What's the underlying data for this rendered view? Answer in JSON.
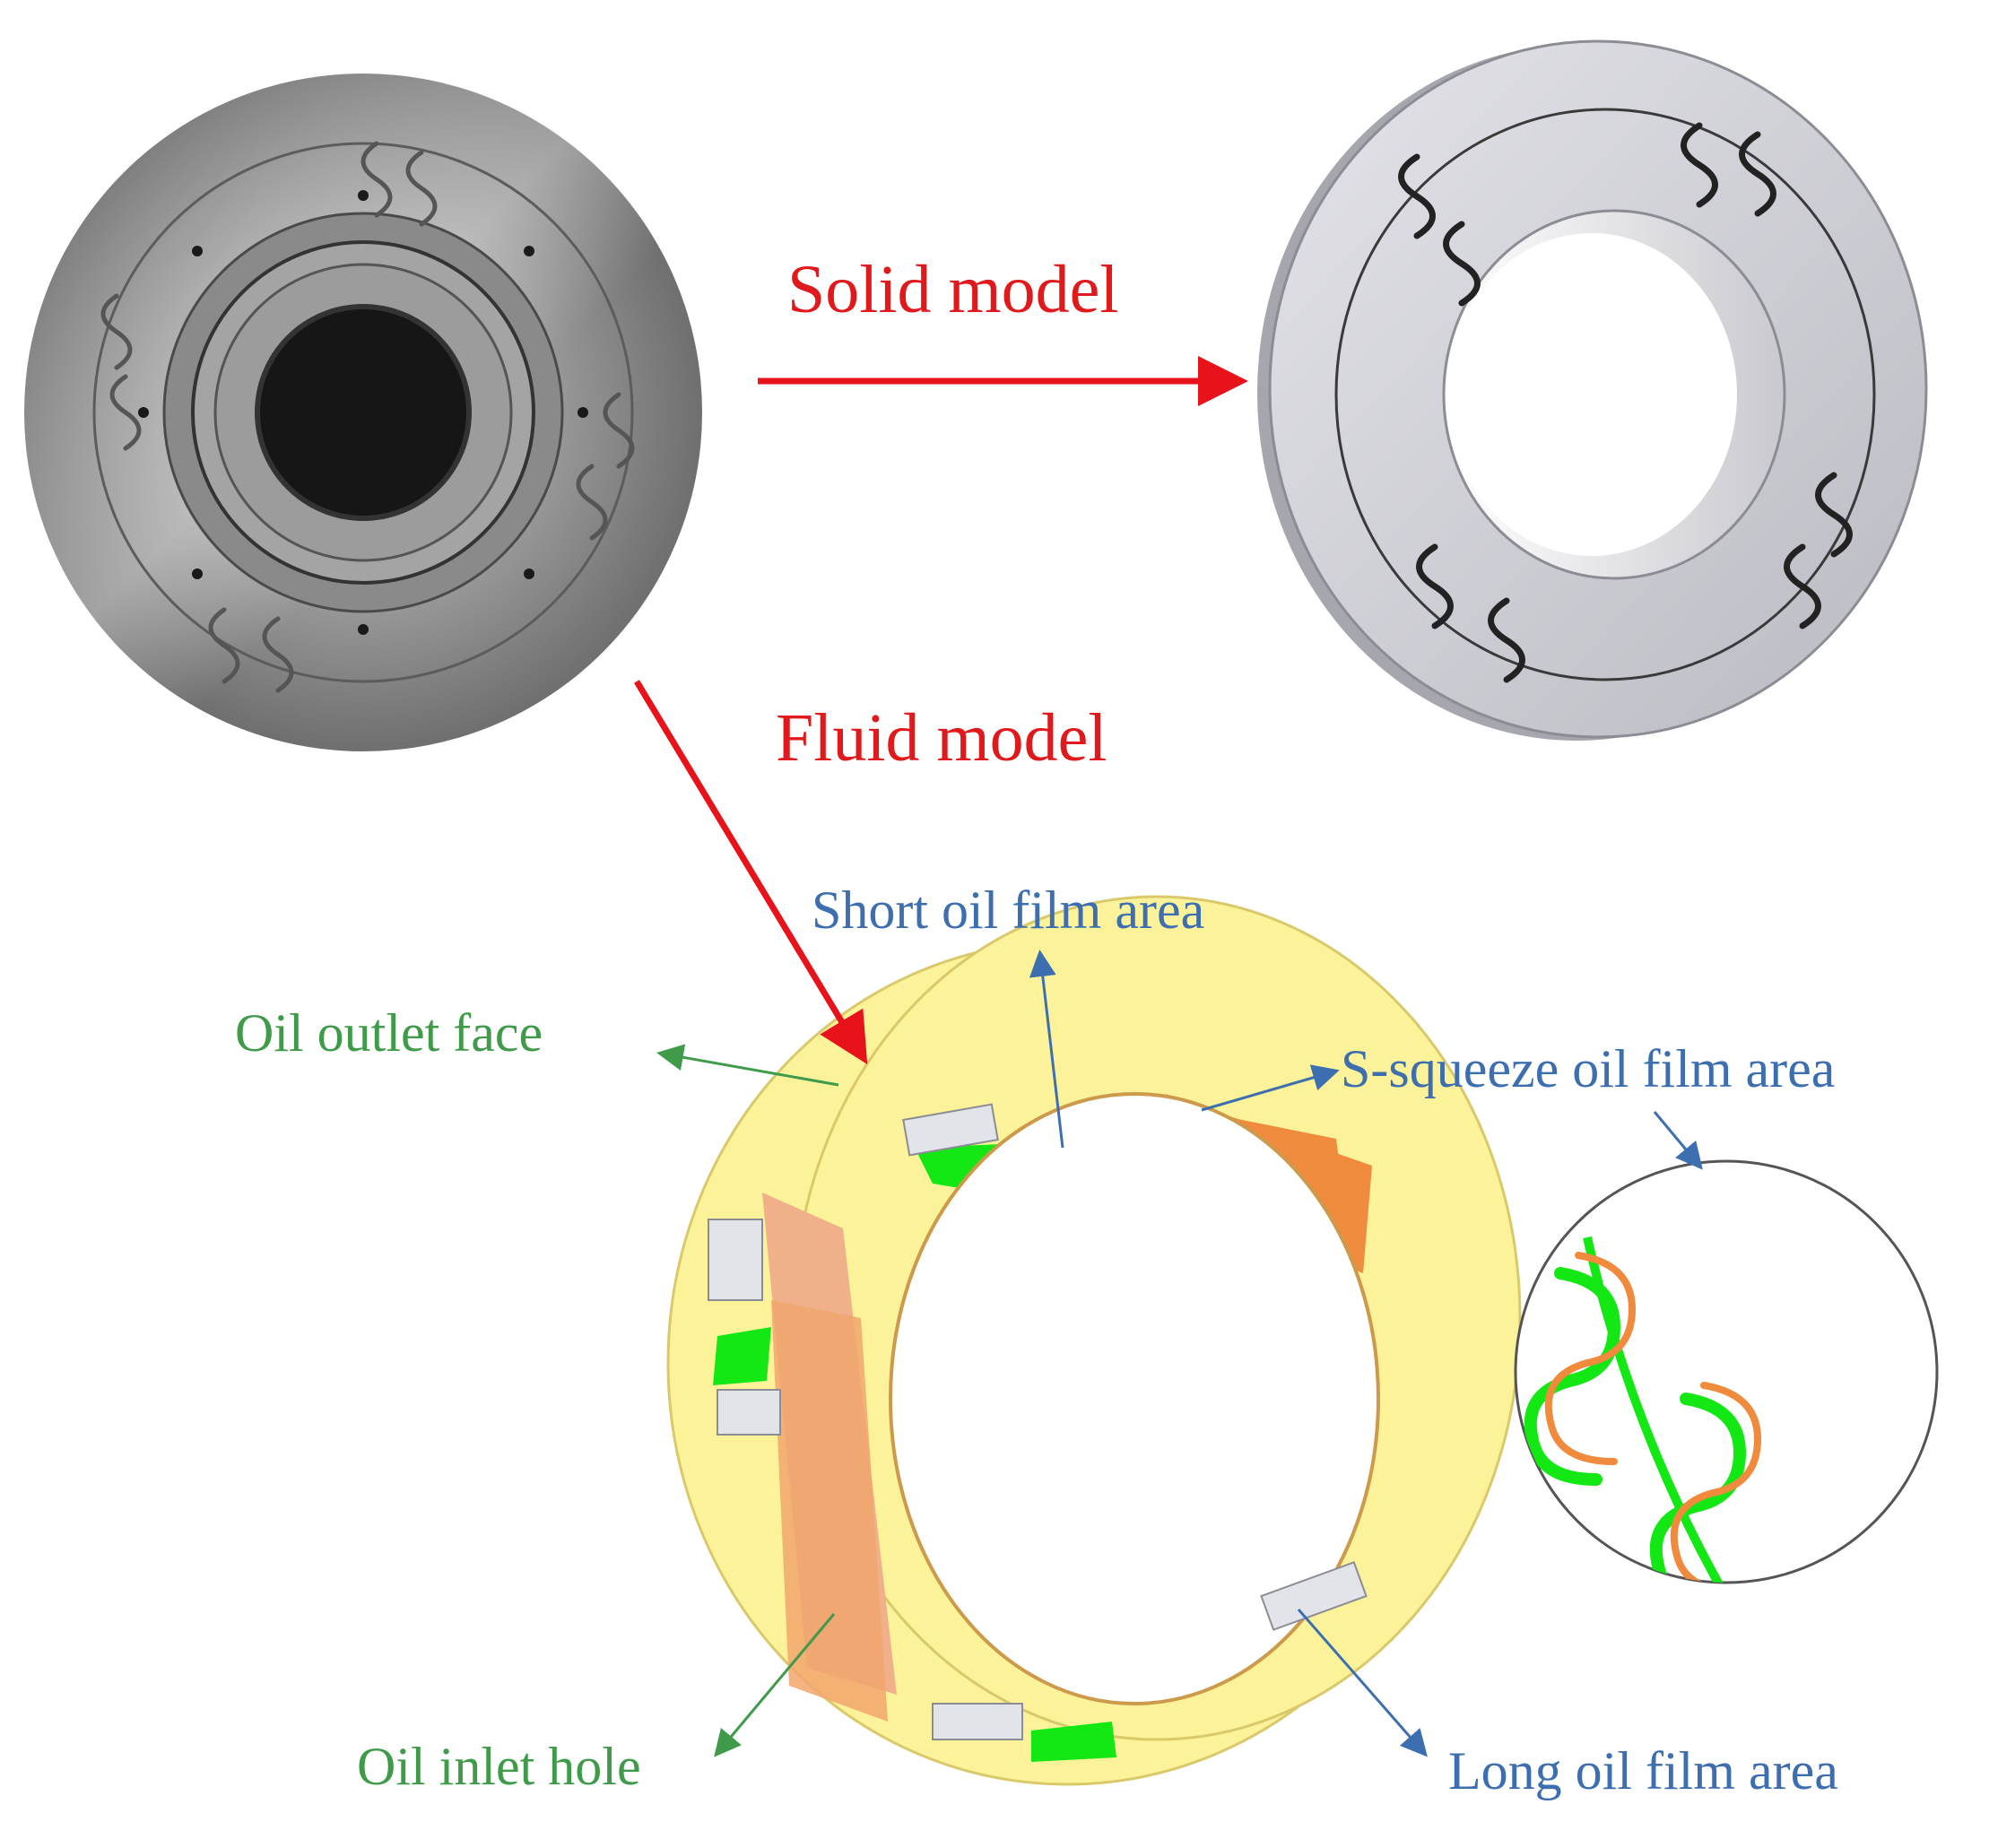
{
  "labels": {
    "solid_model": "Solid model",
    "fluid_model": "Fluid model",
    "short_oil_film_area": "Short oil film area",
    "oil_outlet_face": "Oil outlet face",
    "s_squeeze_oil_film_area": "S-squeeze oil film area",
    "oil_inlet_hole": "Oil inlet hole",
    "long_oil_film_area": "Long oil film area"
  },
  "colors": {
    "model_label": "#e0191c",
    "arrow_red": "#e8121a",
    "flow_label_blue": "#3d6fb0",
    "flow_label_green": "#3f9b4a",
    "oil_green": "#14e814",
    "oil_orange": "#f08a3c",
    "ring_yellow": "#fbf29a",
    "steel": "#8d8d8d",
    "cad_gray": "#cfcfd6"
  },
  "icons": {
    "photo": "metal-bearing-photo",
    "cad": "cad-solid-model",
    "fluid": "fluid-film-model",
    "detail": "s-groove-detail-circle"
  }
}
